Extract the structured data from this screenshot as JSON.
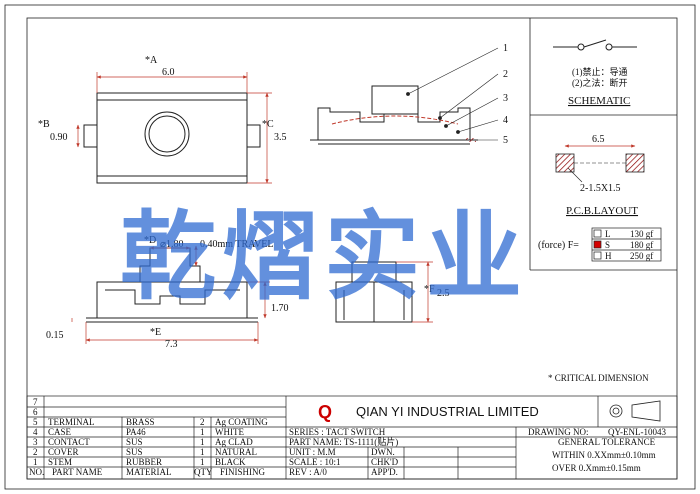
{
  "colors": {
    "line": "#222222",
    "dim": "#c0392b",
    "brand": "#cc0000",
    "watermark": "#2f6bd1",
    "hatch": "#8b0000"
  },
  "dims": {
    "a": "*A",
    "a_val": "6.0",
    "b": "*B",
    "b_val": "0.90",
    "c": "*C",
    "c_val": "3.5",
    "d": "*D",
    "d_val": "⌀1.80",
    "travel": "0.40mm TRAVEL",
    "h170": "1.70",
    "f": "*F",
    "f_val": "2.5",
    "e": "*E",
    "e_val": "7.3",
    "base": "0.15"
  },
  "callouts": [
    "1",
    "2",
    "3",
    "4",
    "5"
  ],
  "schematic": {
    "note1": "(1)禁止：导通",
    "note2": "(2)之法：断开",
    "title": "SCHEMATIC"
  },
  "pcb": {
    "width": "6.5",
    "pads": "2-1.5X1.5",
    "title": "P.C.B.LAYOUT"
  },
  "force": {
    "label": "(force) F=",
    "options": [
      {
        "code": "L",
        "value": "130 gf",
        "selected": false
      },
      {
        "code": "S",
        "value": "180 gf",
        "selected": true
      },
      {
        "code": "H",
        "value": "250 gf",
        "selected": false
      }
    ]
  },
  "critical_note": "* CRITICAL DIMENSION",
  "watermark": "乾熠实业",
  "bom": [
    {
      "no": "7",
      "name": "",
      "material": "",
      "qty": "",
      "finish": ""
    },
    {
      "no": "6",
      "name": "",
      "material": "",
      "qty": "",
      "finish": ""
    },
    {
      "no": "5",
      "name": "TERMINAL",
      "material": "BRASS",
      "qty": "2",
      "finish": "Ag COATING"
    },
    {
      "no": "4",
      "name": "CASE",
      "material": "PA46",
      "qty": "1",
      "finish": "WHITE"
    },
    {
      "no": "3",
      "name": "CONTACT",
      "material": "SUS",
      "qty": "1",
      "finish": "Ag CLAD"
    },
    {
      "no": "2",
      "name": "COVER",
      "material": "SUS",
      "qty": "1",
      "finish": "NATURAL"
    },
    {
      "no": "1",
      "name": "STEM",
      "material": "RUBBER",
      "qty": "1",
      "finish": "BLACK"
    }
  ],
  "bom_header": {
    "no": "NO.",
    "name": "PART NAME",
    "material": "MATERIAL",
    "qty": "QTY",
    "finish": "FINISHING"
  },
  "company": {
    "logo": "Q",
    "name": "QIAN YI INDUSTRIAL LIMITED"
  },
  "title_block": {
    "series": "SERIES : TACT SWITCH",
    "part": "PART NAME: TS-1111(贴片)",
    "unit": "UNIT : M.M",
    "scale": "SCALE : 10:1",
    "rev": "REV : A/0",
    "dwn": "DWN.",
    "chkd": "CHK'D",
    "appd": "APP'D.",
    "drawing_no_label": "DRAWING NO:",
    "drawing_no": "QY-ENL-10043",
    "tolerance_title": "GENERAL TOLERANCE",
    "tol1": "WITHIN 0.XXmm±0.10mm",
    "tol2": "OVER   0.Xmm±0.15mm"
  }
}
